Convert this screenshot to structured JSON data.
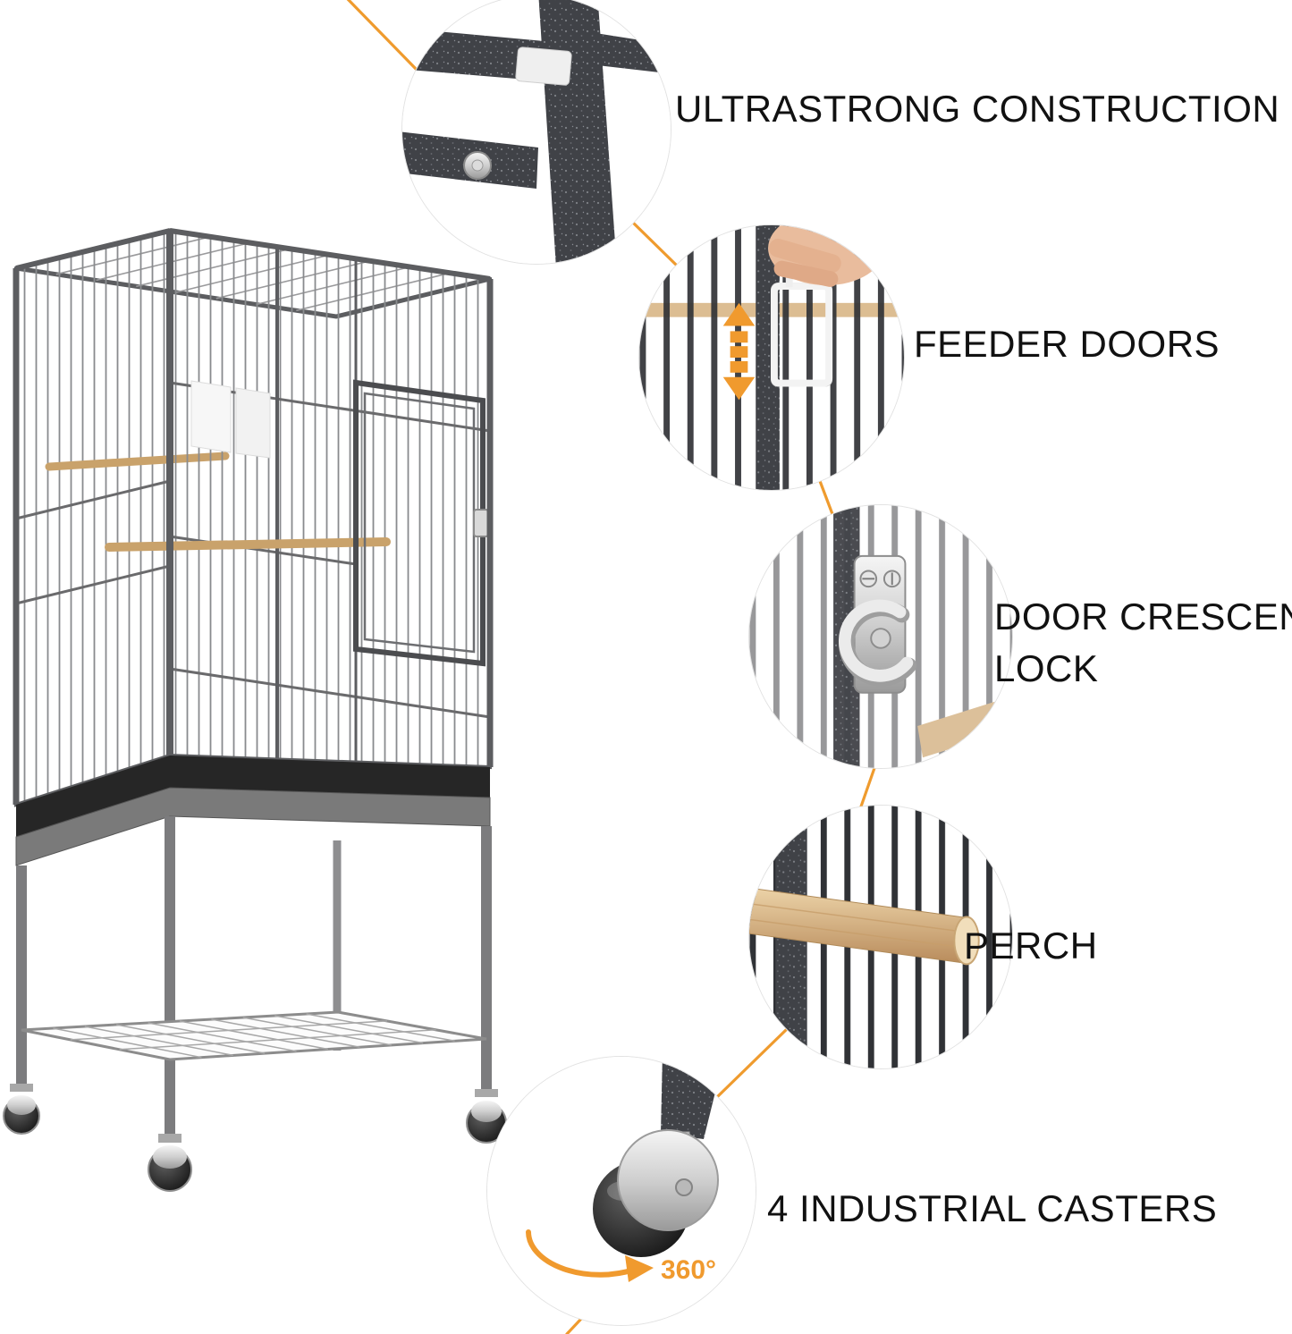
{
  "colors": {
    "accent": "#f09a2e",
    "text": "#111111",
    "metal_dark": "#404247"
  },
  "features": [
    {
      "id": "ultrastrong-construction",
      "label": "ULTRASTRONG CONSTRUCTION"
    },
    {
      "id": "feeder-doors",
      "label": "FEEDER DOORS"
    },
    {
      "id": "door-crescent-lock",
      "label": "DOOR CRESCENT LOCK"
    },
    {
      "id": "perch",
      "label": "PERCH"
    },
    {
      "id": "industrial-casters",
      "label": "4 INDUSTRIAL CASTERS"
    }
  ],
  "caster_detail": {
    "rotation_label": "360°"
  }
}
